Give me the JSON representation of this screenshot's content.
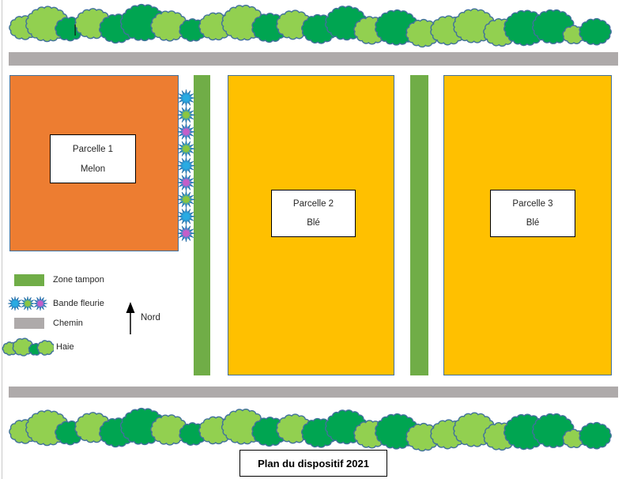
{
  "title": {
    "text": "Plan du dispositif 2021"
  },
  "parcels": [
    {
      "name": "Parcelle 1",
      "crop": "Melon"
    },
    {
      "name": "Parcelle 2",
      "crop": "Blé"
    },
    {
      "name": "Parcelle 3",
      "crop": "Blé"
    }
  ],
  "legend": {
    "items": [
      {
        "label": "Zone tampon",
        "icon": "zone-tampon-swatch"
      },
      {
        "label": "Bande fleurie",
        "icon": "bande-fleurie-flowers-icon"
      },
      {
        "label": "Chemin",
        "icon": "chemin-swatch"
      },
      {
        "label": "Haie",
        "icon": "haie-bushes-icon"
      }
    ]
  },
  "compass": {
    "label": "Nord"
  },
  "flower_strip": {
    "sequence": [
      "blue",
      "green",
      "magenta",
      "green",
      "blue",
      "magenta",
      "green",
      "blue",
      "magenta"
    ]
  },
  "legend_flowers": [
    "blue",
    "green",
    "magenta"
  ],
  "colors": {
    "melon_parcel": "#ED7D31",
    "ble_parcel": "#FFC000",
    "buffer": "#70AD47",
    "path": "#AEAAAA",
    "hedge_light": "#92D050",
    "hedge_dark": "#00A551",
    "outline_blue": "#41719C",
    "flower_outer": "#2C93CF",
    "flower_stroke": "#2368A2",
    "flower_blue": "#29ABE2",
    "flower_green": "#8CC63F",
    "flower_magenta": "#C45EC8"
  }
}
